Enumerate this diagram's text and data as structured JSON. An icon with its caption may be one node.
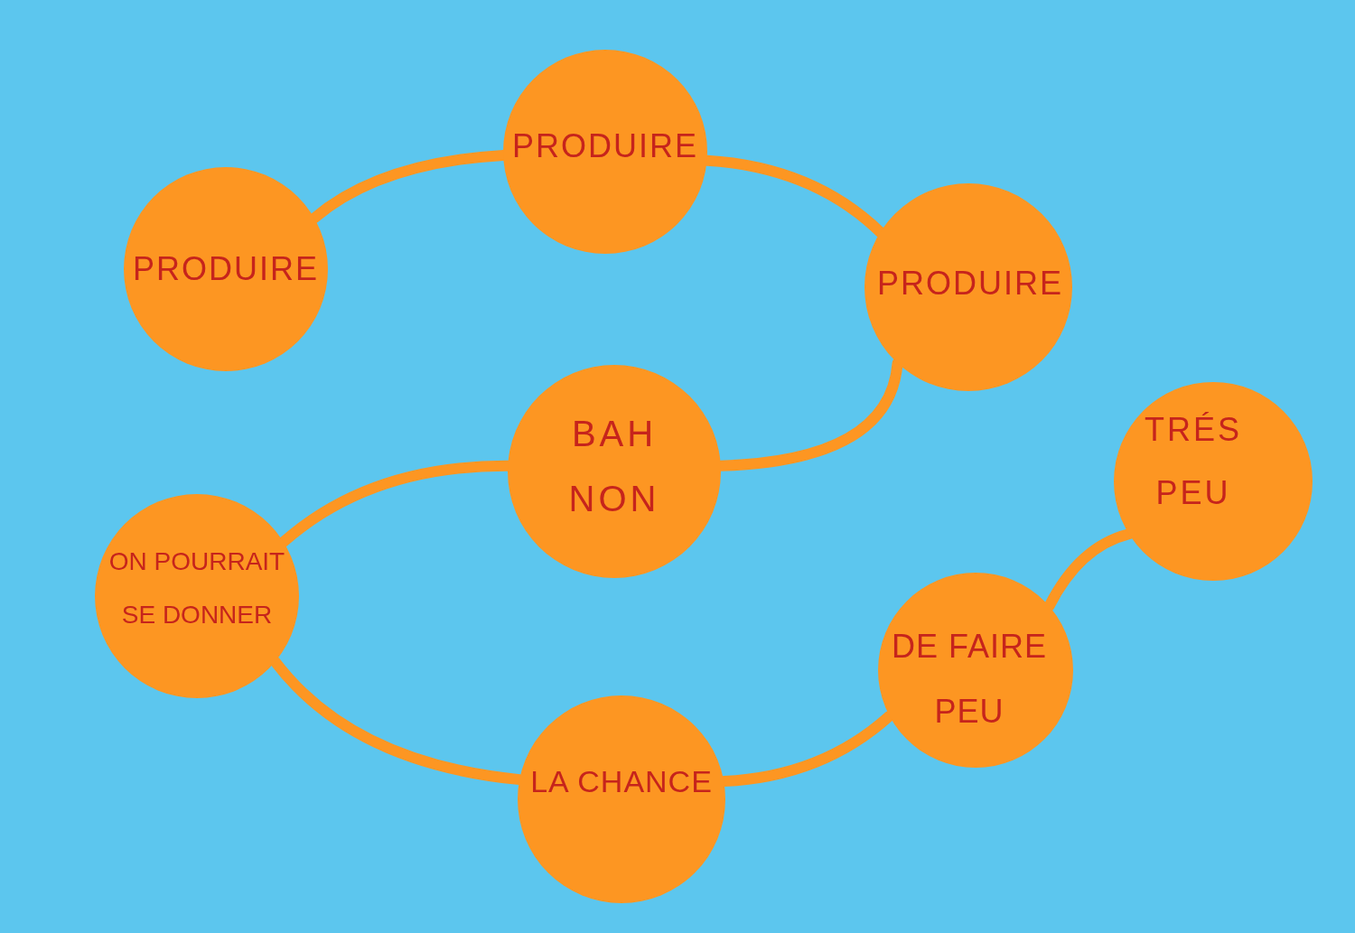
{
  "diagram": {
    "nodes": [
      {
        "text": [
          "PRODUIRE"
        ]
      },
      {
        "text": [
          "PRODUIRE"
        ]
      },
      {
        "text": [
          "PRODUIRE"
        ]
      },
      {
        "text": [
          "BAH NON"
        ]
      },
      {
        "text": [
          "ON POURRAIT SE DONNER"
        ]
      },
      {
        "text": [
          "LA CHANCE"
        ]
      },
      {
        "text": [
          "DE FAIRE PEU"
        ]
      },
      {
        "text": [
          "TRÉS PEU"
        ]
      }
    ],
    "edges": [
      {
        "from": 0,
        "to": 1,
        "arrow": "none"
      },
      {
        "from": 1,
        "to": 2,
        "arrow": "none"
      },
      {
        "from": 2,
        "to": 3,
        "arrow": "none"
      },
      {
        "from": 3,
        "to": 4,
        "arrow": "none"
      },
      {
        "from": 4,
        "to": 5,
        "arrow": "none"
      },
      {
        "from": 5,
        "to": 6,
        "arrow": "none"
      },
      {
        "from": 6,
        "to": 7,
        "arrow": "none"
      }
    ]
  }
}
